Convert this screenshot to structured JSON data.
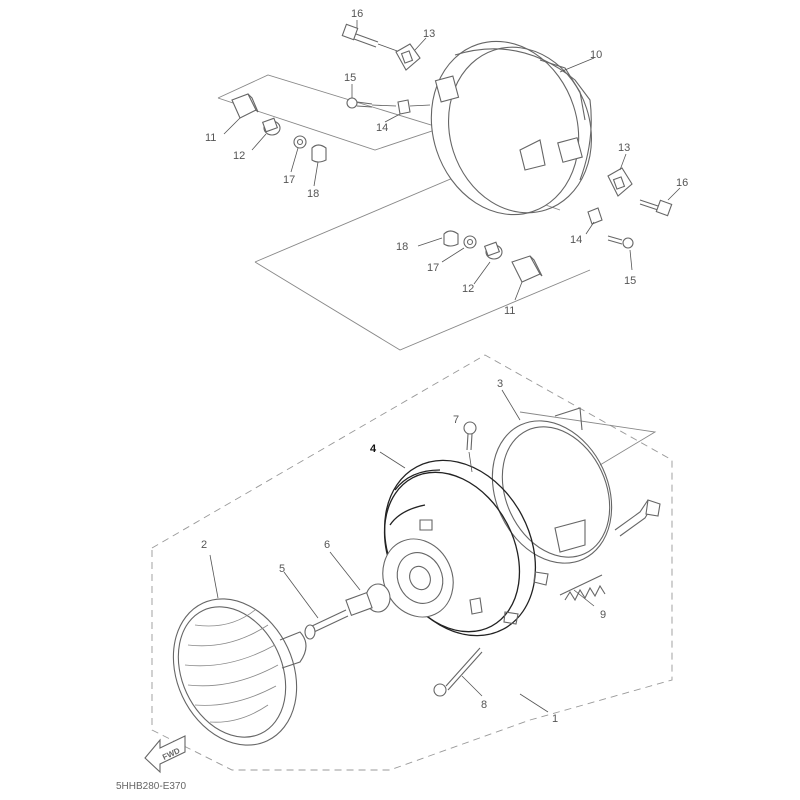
{
  "diagram": {
    "labels": {
      "p1": "1",
      "p2": "2",
      "p3": "3",
      "p4": "4",
      "p5": "5",
      "p6": "6",
      "p7": "7",
      "p8": "8",
      "p9": "9",
      "p10": "10",
      "p11a": "11",
      "p11b": "11",
      "p12a": "12",
      "p12b": "12",
      "p13a": "13",
      "p13b": "13",
      "p14a": "14",
      "p14b": "14",
      "p15a": "15",
      "p15b": "15",
      "p16a": "16",
      "p16b": "16",
      "p17a": "17",
      "p17b": "17",
      "p18a": "18",
      "p18b": "18"
    },
    "fwd": "FWD",
    "code": "5HHB280-E370"
  }
}
